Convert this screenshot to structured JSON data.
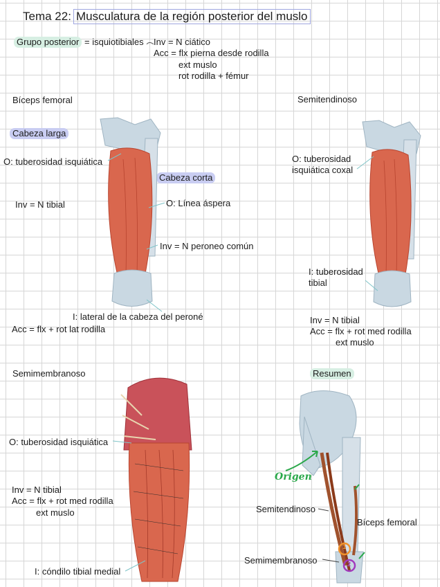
{
  "header": {
    "prefix": "Tema 22:",
    "title": "Musculatura de la región posterior del muslo"
  },
  "grupo": {
    "label": "Grupo posterior",
    "eq": "= isquiotibiales",
    "lines": [
      "Inv = N ciático",
      "Acc = flx pierna desde rodilla",
      "ext muslo",
      "rot rodilla + fémur"
    ]
  },
  "biceps": {
    "title": "Bíceps femoral",
    "cabeza_larga": "Cabeza larga",
    "origen_larga": "O: tuberosidad isquiática",
    "cabeza_corta": "Cabeza corta",
    "inv_larga": "Inv = N tibial",
    "origen_corta": "O: Línea áspera",
    "inv_corta": "Inv = N peroneo común",
    "insercion": "I: lateral de la cabeza del peroné",
    "acc": "Acc = flx + rot lat rodilla"
  },
  "semitendinoso": {
    "title": "Semitendinoso",
    "origen_1": "O: tuberosidad",
    "origen_2": "isquiática coxal",
    "insercion_1": "I: tuberosidad",
    "insercion_2": "tibial",
    "inv": "Inv = N tibial",
    "acc": "Acc = flx + rot med rodilla",
    "acc_2": "ext muslo"
  },
  "semimembranoso": {
    "title": "Semimembranoso",
    "origen": "O: tuberosidad isquiática",
    "inv": "Inv = N tibial",
    "acc": "Acc = flx + rot med rodilla",
    "acc_2": "ext muslo",
    "insercion": "I: cóndilo tibial medial"
  },
  "resumen": {
    "title": "Resumen",
    "origen": "Origen",
    "semitendinoso": "Semitendinoso",
    "biceps": "Bíceps femoral",
    "semimembranoso": "Semimembranoso",
    "badge_1": "1",
    "badge_2": "2"
  },
  "colors": {
    "muscle": "#d9674e",
    "muscle_dark": "#b8442f",
    "bone": "#c9d8e2",
    "highlight_green": "#d7efe3",
    "highlight_blue": "#c9cdf2",
    "origin_green": "#2aa84a"
  }
}
